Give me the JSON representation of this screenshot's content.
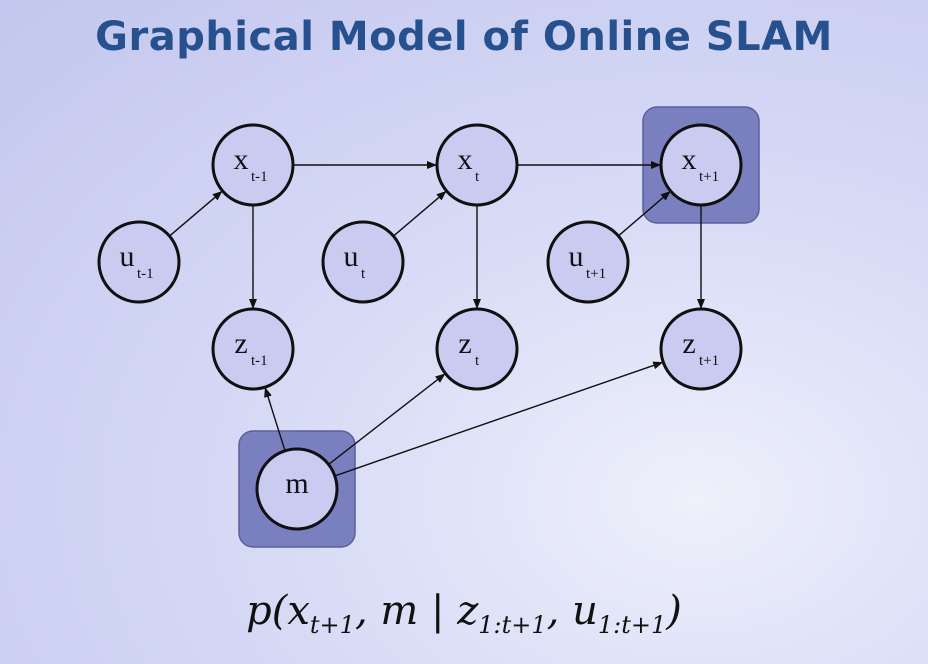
{
  "title": "Graphical Model of Online SLAM",
  "nodes": [
    {
      "id": "x_tm1",
      "base": "x",
      "sub": "t-1",
      "highlighted": false
    },
    {
      "id": "x_t",
      "base": "x",
      "sub": "t",
      "highlighted": false
    },
    {
      "id": "x_tp1",
      "base": "x",
      "sub": "t+1",
      "highlighted": true
    },
    {
      "id": "u_tm1",
      "base": "u",
      "sub": "t-1",
      "highlighted": false
    },
    {
      "id": "u_t",
      "base": "u",
      "sub": "t",
      "highlighted": false
    },
    {
      "id": "u_tp1",
      "base": "u",
      "sub": "t+1",
      "highlighted": false
    },
    {
      "id": "z_tm1",
      "base": "z",
      "sub": "t-1",
      "highlighted": false
    },
    {
      "id": "z_t",
      "base": "z",
      "sub": "t",
      "highlighted": false
    },
    {
      "id": "z_tp1",
      "base": "z",
      "sub": "t+1",
      "highlighted": false
    },
    {
      "id": "m",
      "base": "m",
      "sub": "",
      "highlighted": true
    }
  ],
  "edges": [
    [
      "x_tm1",
      "x_t"
    ],
    [
      "x_t",
      "x_tp1"
    ],
    [
      "u_tm1",
      "x_tm1"
    ],
    [
      "u_t",
      "x_t"
    ],
    [
      "u_tp1",
      "x_tp1"
    ],
    [
      "x_tm1",
      "z_tm1"
    ],
    [
      "x_t",
      "z_t"
    ],
    [
      "x_tp1",
      "z_tp1"
    ],
    [
      "m",
      "z_tm1"
    ],
    [
      "m",
      "z_t"
    ],
    [
      "m",
      "z_tp1"
    ]
  ],
  "formula": {
    "p": "p(",
    "x": "x",
    "x_sub": "t+1",
    "m_part": ", m | ",
    "z": "z",
    "z_sub": "1:t+1",
    "comma": ", ",
    "u": "u",
    "u_sub": "1:t+1",
    "close": ")"
  }
}
